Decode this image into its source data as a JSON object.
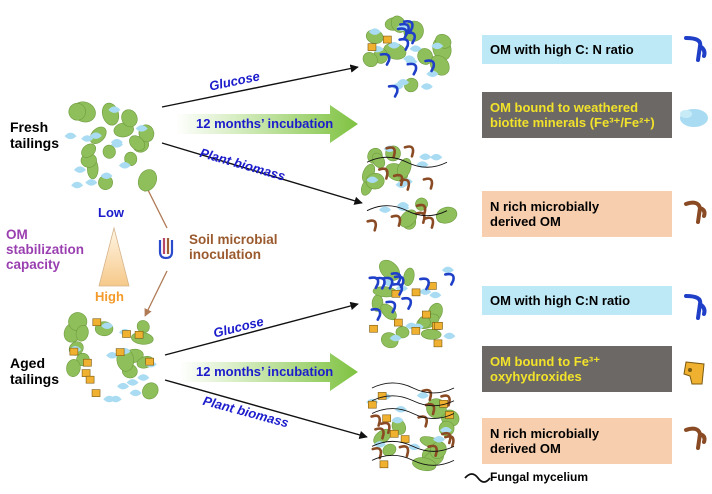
{
  "labels": {
    "fresh_tailings": [
      "Fresh",
      "tailings"
    ],
    "aged_tailings": [
      "Aged",
      "tailings"
    ],
    "low": "Low",
    "high": "High",
    "om_stabilization": [
      "OM",
      "stabilization",
      "capacity"
    ],
    "soil_microbial": [
      "Soil microbial",
      "inoculation"
    ]
  },
  "arrows": {
    "glucose": "Glucose",
    "incubation": "12 months’ incubation",
    "plant_biomass": "Plant biomass"
  },
  "boxes": {
    "fresh": [
      {
        "lines": [
          "OM with high C: N ratio"
        ],
        "style": "cyan",
        "icon": "blue-hook-icon"
      },
      {
        "lines": [
          "OM bound to weathered",
          "biotite minerals (Fe³⁺/Fe²⁺)"
        ],
        "style": "dark",
        "icon": "light-blue-blob-icon"
      },
      {
        "lines": [
          "N rich microbially",
          "derived OM"
        ],
        "style": "peach",
        "icon": "brown-hook-icon"
      }
    ],
    "aged": [
      {
        "lines": [
          "OM with high C:N ratio"
        ],
        "style": "cyan",
        "icon": "blue-hook-icon"
      },
      {
        "lines": [
          "OM bound to Fe³⁺",
          "oxyhydroxides"
        ],
        "style": "dark",
        "icon": "orange-block-icon"
      },
      {
        "lines": [
          "N rich microbially",
          "derived OM"
        ],
        "style": "peach",
        "icon": "brown-hook-icon"
      }
    ]
  },
  "legend_fungal": "Fungal mycelium",
  "colors": {
    "green_particle": "#8fbf5a",
    "light_blue_particle": "#a9dcf2",
    "blue_om": "#1f3fc8",
    "brown_om": "#8a4b24",
    "orange_fe": "#f0b030",
    "arrow_green": "#7fc241",
    "cyan_box": "#bde8f6",
    "dark_box": "#6b6866",
    "peach_box": "#f8cfae"
  }
}
